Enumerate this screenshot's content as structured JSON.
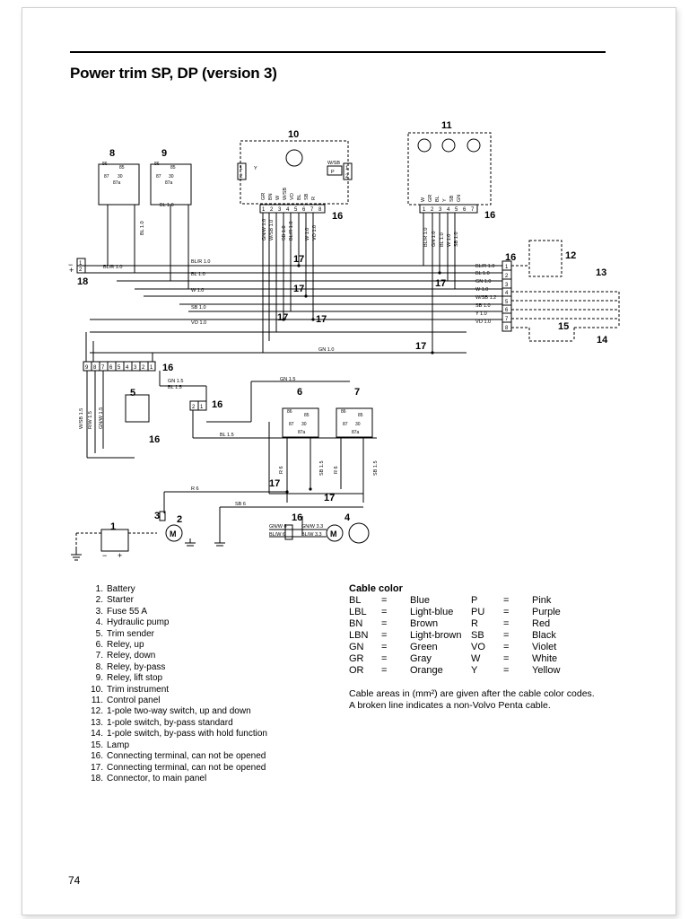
{
  "page": {
    "title": "Power trim SP, DP (version 3)",
    "page_number": "74"
  },
  "diagram": {
    "component_numbers": [
      "1",
      "2",
      "3",
      "4",
      "5",
      "6",
      "7",
      "8",
      "9",
      "10",
      "11",
      "12",
      "13",
      "14",
      "15",
      "16",
      "17",
      "18"
    ],
    "terminal_block_left": [
      "9",
      "8",
      "7",
      "6",
      "5",
      "4",
      "3",
      "2",
      "1"
    ],
    "terminal_block_10": [
      "1",
      "2",
      "3",
      "4",
      "5",
      "6",
      "7",
      "8"
    ],
    "terminal_block_11": [
      "1",
      "2",
      "3",
      "4",
      "5",
      "6",
      "7"
    ],
    "terminal_block_right": [
      "1",
      "2",
      "3",
      "4",
      "5",
      "6",
      "7",
      "8"
    ],
    "relay_pins": [
      "86",
      "85",
      "87",
      "30",
      "87a"
    ],
    "wire_labels": {
      "bl10": "BL 1.0",
      "blr10": "BL/R 1.0",
      "w10": "W 1.0",
      "sb10": "SB 1.0",
      "vo10": "VO 1.0",
      "gn10": "GN 1.0",
      "y10": "Y 1.0",
      "wsb12": "W/SB 1.2",
      "gnw10": "GN/W 1.0",
      "wsb10": "W/SB 1.0",
      "gnw15": "GN/W 1.5",
      "wsb15": "W/SB 1.5",
      "rw15": "R/W 1.5",
      "gn15": "GN 1.5",
      "bl15": "BL 1.5",
      "sb15": "SB 1.5",
      "r6": "R 6",
      "sb6": "SB 6",
      "gnw6": "GN/W 6",
      "blw6": "BL/W 6",
      "gnw33": "GN/W 3.3",
      "blw33": "BL/W 3.3",
      "y10v": "Y 1.0",
      "gr": "GR",
      "bn": "BN",
      "w": "W",
      "wsb": "W/SB",
      "vo": "VO",
      "bl": "BL",
      "sb": "SB",
      "r": "R",
      "y": "Y",
      "gn": "GN",
      "p": "P",
      "wsb_short": "W/SB"
    },
    "symbols": {
      "plus": "+",
      "minus": "−",
      "motor": "M"
    }
  },
  "legend": [
    {
      "n": "1.",
      "text": "Battery"
    },
    {
      "n": "2.",
      "text": "Starter"
    },
    {
      "n": "3.",
      "text": "Fuse 55 A"
    },
    {
      "n": "4.",
      "text": "Hydraulic pump"
    },
    {
      "n": "5.",
      "text": "Trim sender"
    },
    {
      "n": "6.",
      "text": "Reley, up"
    },
    {
      "n": "7.",
      "text": "Reley, down"
    },
    {
      "n": "8.",
      "text": "Reley, by-pass"
    },
    {
      "n": "9.",
      "text": "Reley, lift stop"
    },
    {
      "n": "10.",
      "text": "Trim instrument"
    },
    {
      "n": "11.",
      "text": "Control panel"
    },
    {
      "n": "12.",
      "text": "1-pole two-way switch, up and down"
    },
    {
      "n": "13.",
      "text": "1-pole switch, by-pass standard"
    },
    {
      "n": "14.",
      "text": "1-pole switch, by-pass with hold function"
    },
    {
      "n": "15.",
      "text": "Lamp"
    },
    {
      "n": "16.",
      "text": "Connecting terminal, can not be opened"
    },
    {
      "n": "17.",
      "text": "Connecting terminal, can not be opened"
    },
    {
      "n": "18.",
      "text": "Connector, to main panel"
    }
  ],
  "cable_color": {
    "title": "Cable color",
    "rows": [
      {
        "c1": "BL",
        "n1": "Blue",
        "c2": "P",
        "n2": "Pink"
      },
      {
        "c1": "LBL",
        "n1": "Light-blue",
        "c2": "PU",
        "n2": "Purple"
      },
      {
        "c1": "BN",
        "n1": "Brown",
        "c2": "R",
        "n2": "Red"
      },
      {
        "c1": "LBN",
        "n1": "Light-brown",
        "c2": "SB",
        "n2": "Black"
      },
      {
        "c1": "GN",
        "n1": "Green",
        "c2": "VO",
        "n2": "Violet"
      },
      {
        "c1": "GR",
        "n1": "Gray",
        "c2": "W",
        "n2": "White"
      },
      {
        "c1": "OR",
        "n1": "Orange",
        "c2": "Y",
        "n2": "Yellow"
      }
    ],
    "eq": "=",
    "note1": "Cable areas in (mm²) are given after the cable color codes.",
    "note2": "A broken line indicates a non-Volvo Penta cable."
  }
}
